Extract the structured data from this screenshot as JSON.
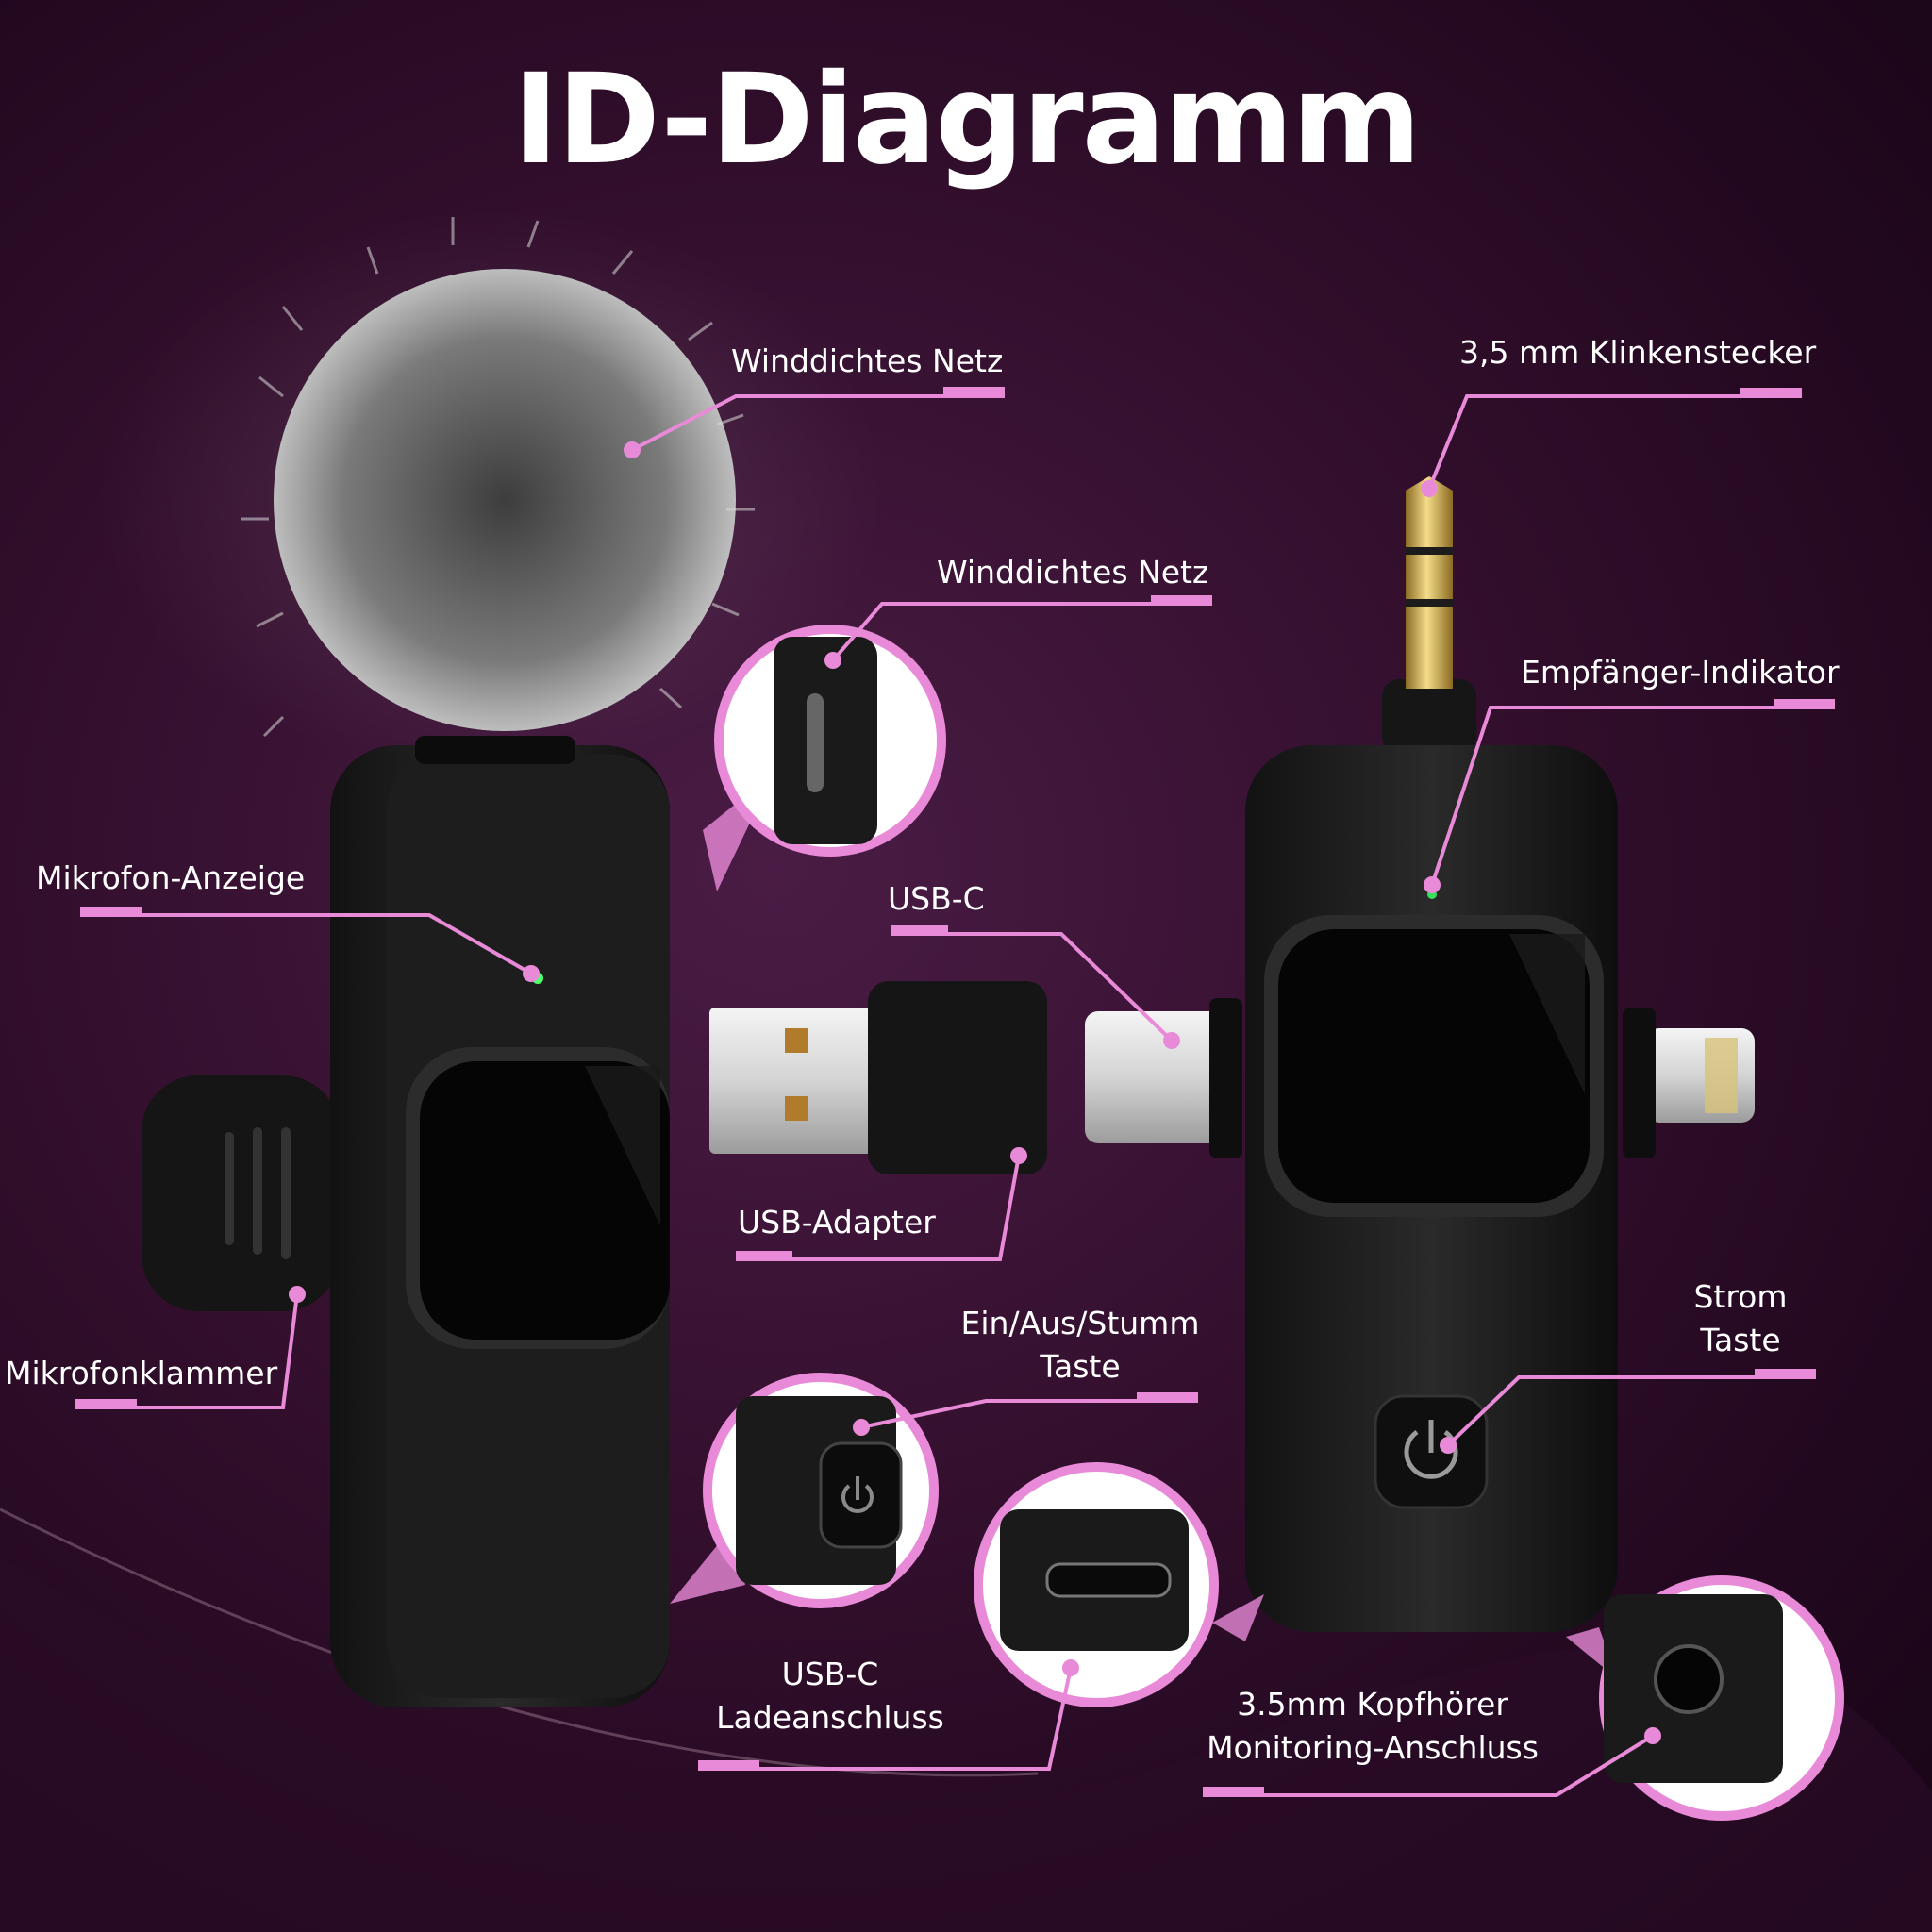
{
  "title": "ID-Diagramm",
  "accent_color": "#e98ad8",
  "labels": {
    "windscreen_top": "Winddichtes Netz",
    "windscreen_port": "Winddichtes Netz",
    "jack_plug": "3,5 mm Klinkenstecker",
    "receiver_indicator": "Empfänger-Indikator",
    "mic_indicator": "Mikrofon-Anzeige",
    "usb_c": "USB-C",
    "usb_adapter": "USB-Adapter",
    "mic_clip": "Mikrofonklammer",
    "power_mute_line1": "Ein/Aus/Stumm",
    "power_mute_line2": "Taste",
    "power_line1": "Strom",
    "power_line2": "Taste",
    "charging_line1": "USB-C",
    "charging_line2": "Ladeanschluss",
    "headphone_line1": "3.5mm Kopfhörer",
    "headphone_line2": "Monitoring-Anschluss"
  },
  "icons": [
    "power-icon",
    "power-icon-small",
    "green-led-icon"
  ]
}
